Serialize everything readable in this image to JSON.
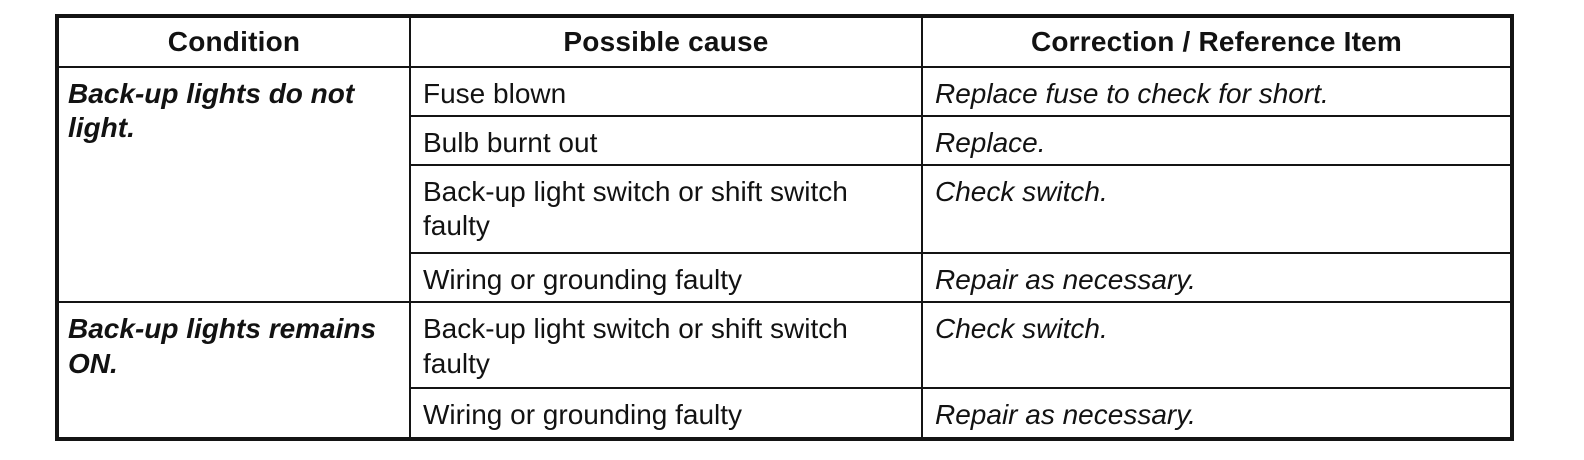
{
  "table": {
    "headers": {
      "condition": "Condition",
      "cause": "Possible cause",
      "correction": "Correction / Reference Item"
    },
    "groups": [
      {
        "condition": "Back-up lights do not light.",
        "rows": [
          {
            "cause": "Fuse blown",
            "correction": "Replace fuse to check for short."
          },
          {
            "cause": "Bulb burnt out",
            "correction": "Replace."
          },
          {
            "cause": "Back-up light switch or shift switch faulty",
            "correction": "Check switch."
          },
          {
            "cause": "Wiring or grounding faulty",
            "correction": "Repair as necessary."
          }
        ]
      },
      {
        "condition": "Back-up lights remains ON.",
        "rows": [
          {
            "cause": "Back-up light switch or shift switch faulty",
            "correction": "Check switch."
          },
          {
            "cause": "Wiring or grounding faulty",
            "correction": "Repair as necessary."
          }
        ]
      }
    ]
  }
}
